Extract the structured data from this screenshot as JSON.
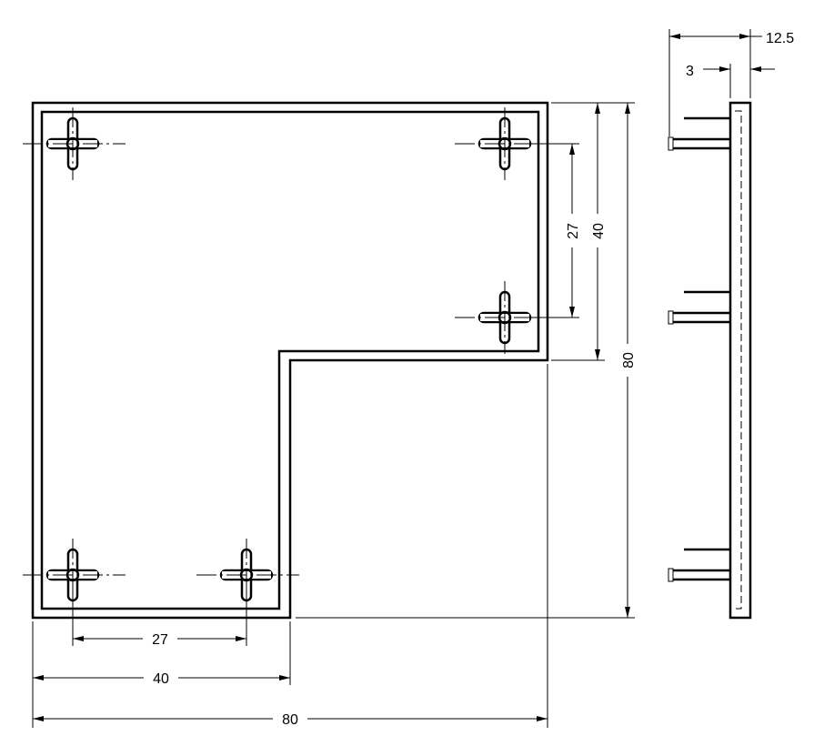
{
  "dimensions": {
    "hole_spacing_vertical": "27",
    "step_height": "40",
    "total_height": "80",
    "hole_spacing_horizontal": "27",
    "step_width": "40",
    "total_width": "80",
    "side_total_depth": "12.5",
    "plate_thickness": "3"
  }
}
